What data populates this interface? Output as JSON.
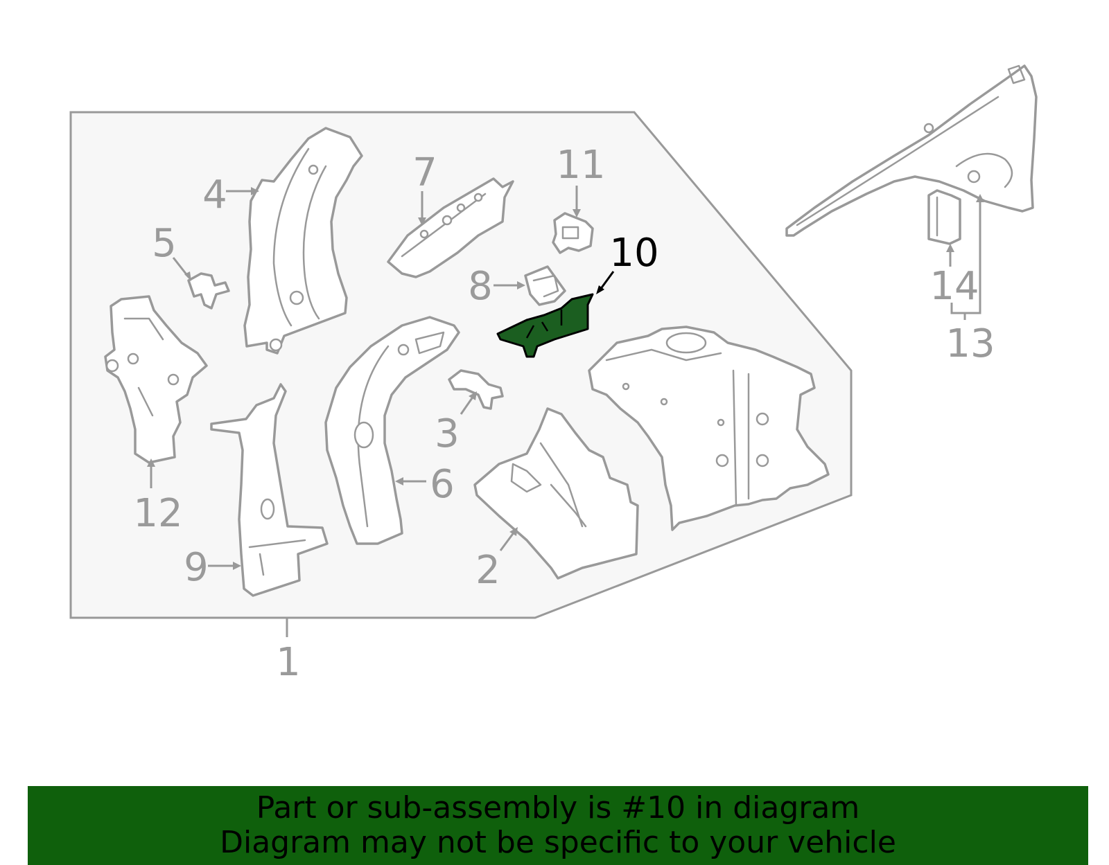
{
  "diagram": {
    "highlight_color": "#1b5e20",
    "outline_color": "#999999",
    "callouts": [
      {
        "id": "1",
        "label": "1"
      },
      {
        "id": "2",
        "label": "2"
      },
      {
        "id": "3",
        "label": "3"
      },
      {
        "id": "4",
        "label": "4"
      },
      {
        "id": "5",
        "label": "5"
      },
      {
        "id": "6",
        "label": "6"
      },
      {
        "id": "7",
        "label": "7"
      },
      {
        "id": "8",
        "label": "8"
      },
      {
        "id": "9",
        "label": "9"
      },
      {
        "id": "10",
        "label": "10",
        "highlighted": true
      },
      {
        "id": "11",
        "label": "11"
      },
      {
        "id": "12",
        "label": "12"
      },
      {
        "id": "13",
        "label": "13"
      },
      {
        "id": "14",
        "label": "14"
      }
    ]
  },
  "banner": {
    "line1": "Part or sub-assembly is #10 in diagram",
    "line2": "Diagram may not be specific to your vehicle",
    "background": "#0f600c"
  }
}
